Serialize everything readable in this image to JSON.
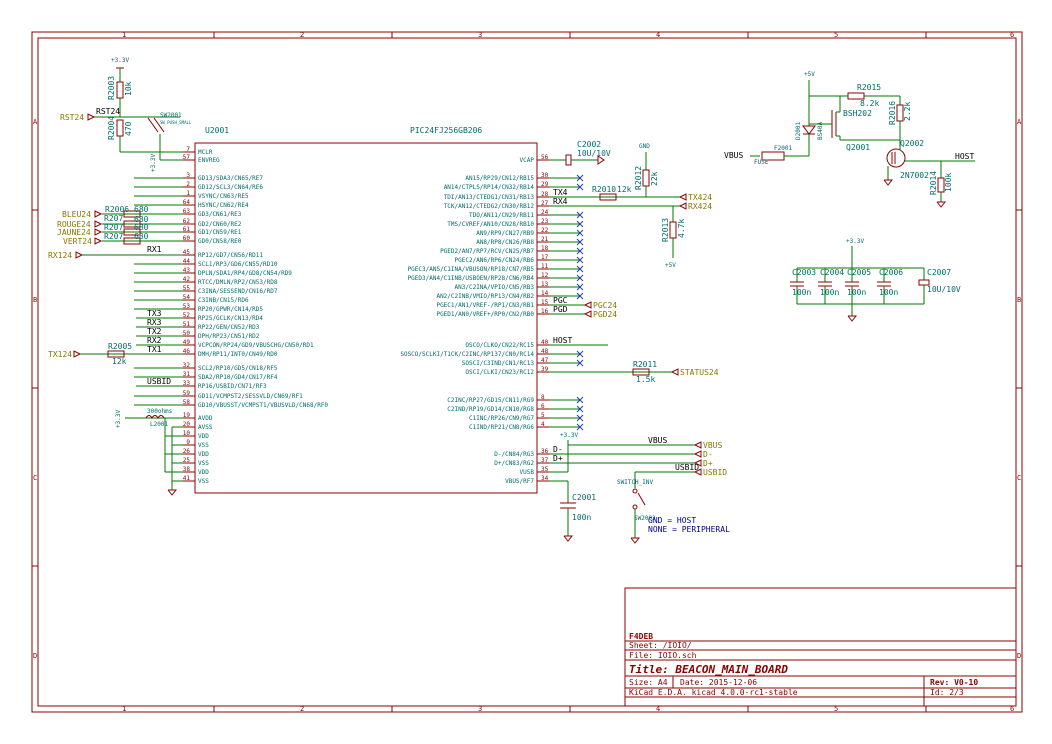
{
  "frame": {
    "cols": [
      "1",
      "2",
      "3",
      "4",
      "5",
      "6"
    ],
    "rows": [
      "A",
      "B",
      "C",
      "D"
    ]
  },
  "mcu": {
    "ref": "U2001",
    "value": "PIC24FJ256GB206",
    "left_pins": [
      {
        "num": "7",
        "name": "MCLR"
      },
      {
        "num": "57",
        "name": "ENVREG"
      },
      {
        "num": "3",
        "name": "GD13/SDA3/CN65/RE7"
      },
      {
        "num": "2",
        "name": "GD12/SCL3/CN64/RE6"
      },
      {
        "num": "1",
        "name": "VSYNC/CN63/RE5"
      },
      {
        "num": "64",
        "name": "HSYNC/CN62/RE4"
      },
      {
        "num": "63",
        "name": "GD3/CN61/RE3"
      },
      {
        "num": "62",
        "name": "GD2/CN60/RE2"
      },
      {
        "num": "61",
        "name": "GD1/CN59/RE1"
      },
      {
        "num": "60",
        "name": "GD0/CN58/RE0"
      },
      {
        "num": "45",
        "name": "RP12/GD7/CN56/RD11"
      },
      {
        "num": "44",
        "name": "SCL1/RP3/GD6/CN55/RD10"
      },
      {
        "num": "43",
        "name": "DPLN/SDA1/RP4/GD8/CN54/RD9"
      },
      {
        "num": "42",
        "name": "RTCC/DMLN/RP2/CN53/RD8"
      },
      {
        "num": "55",
        "name": "C3INA/SESSEND/CN16/RD7"
      },
      {
        "num": "54",
        "name": "C3INB/CN15/RD6"
      },
      {
        "num": "53",
        "name": "RP20/GPWR/CN14/RD5"
      },
      {
        "num": "52",
        "name": "RP25/GCLK/CN13/RD4"
      },
      {
        "num": "51",
        "name": "RP22/GEN/CN52/RD3"
      },
      {
        "num": "50",
        "name": "DPH/RP23/CN51/RD2"
      },
      {
        "num": "49",
        "name": "VCPCON/RP24/GD9/VBUSCHG/CN50/RD1"
      },
      {
        "num": "46",
        "name": "DMH/RP11/INT0/CN49/RD0"
      },
      {
        "num": "32",
        "name": "SCL2/RP10/GD5/CN18/RF5"
      },
      {
        "num": "31",
        "name": "SDA2/RP10/GD4/CN17/RF4"
      },
      {
        "num": "33",
        "name": "RP16/USBID/CN71/RF3"
      },
      {
        "num": "59",
        "name": "GD11/VCMPST2/SESSVLD/CN69/RF1"
      },
      {
        "num": "58",
        "name": "GD10/VBUSST/VCMPST1/VBUSVLD/CN68/RF0"
      },
      {
        "num": "19",
        "name": "AVDD"
      },
      {
        "num": "20",
        "name": "AVSS"
      },
      {
        "num": "10",
        "name": "VDD"
      },
      {
        "num": "9",
        "name": "VSS"
      },
      {
        "num": "26",
        "name": "VDD"
      },
      {
        "num": "25",
        "name": "VSS"
      },
      {
        "num": "38",
        "name": "VDD"
      },
      {
        "num": "41",
        "name": "VSS"
      }
    ],
    "right_pins": [
      {
        "num": "56",
        "name": "VCAP"
      },
      {
        "num": "30",
        "name": "AN15/RP29/CN12/RB15"
      },
      {
        "num": "29",
        "name": "AN14/CTPLS/RP14/CN32/RB14"
      },
      {
        "num": "28",
        "name": "TDI/AN13/CTEDG1/CN31/RB13"
      },
      {
        "num": "27",
        "name": "TCK/AN12/CTEDG2/CN30/RB12"
      },
      {
        "num": "24",
        "name": "TDO/AN11/CN29/RB11"
      },
      {
        "num": "23",
        "name": "TMS/CVREF/AN10/CN28/RB10"
      },
      {
        "num": "22",
        "name": "AN9/RP9/CN27/RB9"
      },
      {
        "num": "21",
        "name": "AN8/RP8/CN26/RB8"
      },
      {
        "num": "18",
        "name": "PGED2/AN7/RP7/RCV/CN25/RB7"
      },
      {
        "num": "17",
        "name": "PGEC2/AN6/RP6/CN24/RB6"
      },
      {
        "num": "11",
        "name": "PGEC3/AN5/C1INA/VBUSON/RP18/CN7/RB5"
      },
      {
        "num": "12",
        "name": "PGED3/AN4/C1INB/USBOEN/RP28/CN6/RB4"
      },
      {
        "num": "13",
        "name": "AN3/C2INA/VPIO/CN5/RB3"
      },
      {
        "num": "14",
        "name": "AN2/C2INB/VMIO/RP13/CN4/RB2"
      },
      {
        "num": "15",
        "name": "PGEC1/AN1/VREF-/RP1/CN3/RB1"
      },
      {
        "num": "16",
        "name": "PGED1/AN0/VREF+/RP0/CN2/RB0"
      },
      {
        "num": "40",
        "name": "OSCO/CLKO/CN22/RC15"
      },
      {
        "num": "48",
        "name": "SOSCO/SCLKI/T1CK/C2INC/RP137/CN0/RC14"
      },
      {
        "num": "47",
        "name": "SOSCI/C3IND/CN1/RC13"
      },
      {
        "num": "39",
        "name": "OSCI/CLKI/CN23/RC12"
      },
      {
        "num": "8",
        "name": "C2INC/RP27/GD15/CN11/RG9"
      },
      {
        "num": "6",
        "name": "C2IND/RP19/GD14/CN10/RG8"
      },
      {
        "num": "5",
        "name": "C1INC/RP26/CN9/RG7"
      },
      {
        "num": "4",
        "name": "C1IND/RP21/CN8/RG6"
      },
      {
        "num": "36",
        "name": "D-/CN84/RG3"
      },
      {
        "num": "37",
        "name": "D+/CN83/RG2"
      },
      {
        "num": "35",
        "name": "VUSB"
      },
      {
        "num": "34",
        "name": "VBUS/RF7"
      }
    ]
  },
  "power": {
    "p33": "+3.3V",
    "p5": "+5V",
    "gnd": "GND"
  },
  "globals": {
    "rst": "RST24",
    "bleu": "BLEU24",
    "rouge": "ROUGE24",
    "jaune": "JAUNE24",
    "vert": "VERT24",
    "rx": "RX124",
    "tx": "TX124",
    "tx424": "TX424",
    "rx424": "RX424",
    "pgc": "PGC24",
    "pgd": "PGD24",
    "status": "STATUS24",
    "vbus": "VBUS",
    "dm": "D-",
    "dp": "D+",
    "usbid": "USBID"
  },
  "nets": {
    "rst": "RST24",
    "rx1": "RX1",
    "tx3": "TX3",
    "rx3": "RX3",
    "tx2": "TX2",
    "rx2": "RX2",
    "tx1": "TX1",
    "usbid": "USBID",
    "tx4": "TX4",
    "rx4": "RX4",
    "pgc": "PGC",
    "pgd": "PGD",
    "host": "HOST",
    "vbus": "VBUS",
    "dm": "D-",
    "dp": "D+",
    "usbid_r": "USBID",
    "vbus_top": "VBUS",
    "host_top": "HOST"
  },
  "parts": {
    "r2003": "R2003",
    "r2003v": "10k",
    "r2004": "R2004",
    "r2004v": "470",
    "sw2001": "SW2001",
    "sw2001v": "SW_PUSH_SMALL",
    "r2006": "R2006",
    "r2006v": "680",
    "r207": "R207",
    "r2005": "R2005",
    "r2005v": "12k",
    "l2001": "L2001",
    "l2001v": "300ohms",
    "c2002": "C2002",
    "c2002v": "10U/10V",
    "r2010": "R2010",
    "r2010v": "12k",
    "r2012": "R2012",
    "r2012v": "22k",
    "r2013": "R2013",
    "r2013v": "4.7k",
    "r2011": "R2011",
    "r2011v": "1.5k",
    "c2001": "C2001",
    "c2001v": "100n",
    "switch_inv": "SWITCH_INV",
    "sw2002": "SW2002",
    "vbus_in": "VBUS",
    "fuse": "FUSE",
    "f2001": "F2001",
    "d2001": "D2001",
    "d2001v": "BS40A",
    "r2015": "R2015",
    "r2015v": "8.2k",
    "r2016": "R2016",
    "r2016v": "2.2k",
    "q2001v": "BSH202",
    "q2001": "Q2001",
    "q2002": "Q2002",
    "q2002v": "2N7002",
    "r2014": "R2014",
    "r2014v": "100k",
    "caps": [
      {
        "ref": "C2003",
        "val": "100n"
      },
      {
        "ref": "C2004",
        "val": "100n"
      },
      {
        "ref": "C2005",
        "val": "100n"
      },
      {
        "ref": "C2006",
        "val": "100n"
      }
    ],
    "c2007": "C2007",
    "c2007v": "10U/10V"
  },
  "notes": {
    "n1": "GND = HOST",
    "n2": "NONE = PERIPHERAL"
  },
  "title_block": {
    "company": "F4DEB",
    "sheet": "Sheet: /IOIO/",
    "file": "File: IOIO.sch",
    "title": "Title:  BEACON_MAIN_BOARD",
    "size": "Size: A4",
    "date": "Date: 2015-12-06",
    "rev": "Rev: V0-10",
    "tool": "KiCad E.D.A.  kicad 4.0.0-rc1-stable",
    "id": "Id: 2/3"
  }
}
